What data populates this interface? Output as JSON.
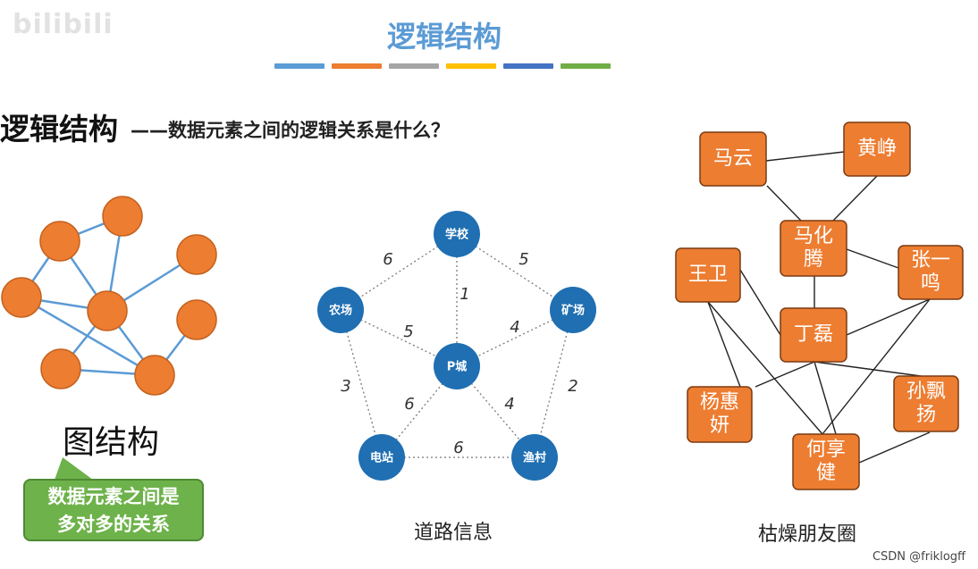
{
  "watermark": "bilibili",
  "slide_title": "逻辑结构",
  "title_stripe_colors": [
    "#5b9bd5",
    "#ed7d31",
    "#a5a5a5",
    "#ffc000",
    "#4472c4",
    "#70ad47"
  ],
  "heading": "逻辑结构",
  "subheading": "——数据元素之间的逻辑关系是什么？",
  "graph": {
    "caption": "图结构",
    "callout": [
      "数据元素之间是",
      "多对多的关系"
    ],
    "node_color": "#ed7d31",
    "edge_color": "#5b9bd5"
  },
  "road": {
    "caption": "道路信息",
    "node_color": "#1f6fb2",
    "nodes": [
      "学校",
      "农场",
      "矿场",
      "P城",
      "电站",
      "渔村"
    ],
    "edges": [
      {
        "from": "学校",
        "to": "农场",
        "label": "6"
      },
      {
        "from": "学校",
        "to": "矿场",
        "label": "5"
      },
      {
        "from": "学校",
        "to": "P城",
        "label": "1"
      },
      {
        "from": "农场",
        "to": "P城",
        "label": "5"
      },
      {
        "from": "矿场",
        "to": "P城",
        "label": "4"
      },
      {
        "from": "农场",
        "to": "电站",
        "label": "3"
      },
      {
        "from": "矿场",
        "to": "渔村",
        "label": "2"
      },
      {
        "from": "P城",
        "to": "电站",
        "label": "6"
      },
      {
        "from": "P城",
        "to": "渔村",
        "label": "4"
      },
      {
        "from": "电站",
        "to": "渔村",
        "label": "6"
      }
    ]
  },
  "social": {
    "caption": "枯燥朋友圈",
    "box_color": "#ed7d31",
    "nodes": [
      "马云",
      "黄峥",
      "马化腾",
      "张一鸣",
      "王卫",
      "丁磊",
      "杨惠妍",
      "孙飘扬",
      "何享健"
    ],
    "labels": {
      "马云": [
        "马云"
      ],
      "黄峥": [
        "黄峥"
      ],
      "马化腾": [
        "马化",
        "腾"
      ],
      "张一鸣": [
        "张一",
        "鸣"
      ],
      "王卫": [
        "王卫"
      ],
      "丁磊": [
        "丁磊"
      ],
      "杨惠妍": [
        "杨惠",
        "妍"
      ],
      "孙飘扬": [
        "孙飘",
        "扬"
      ],
      "何享健": [
        "何享",
        "健"
      ]
    }
  },
  "footer": "CSDN @friklogff"
}
